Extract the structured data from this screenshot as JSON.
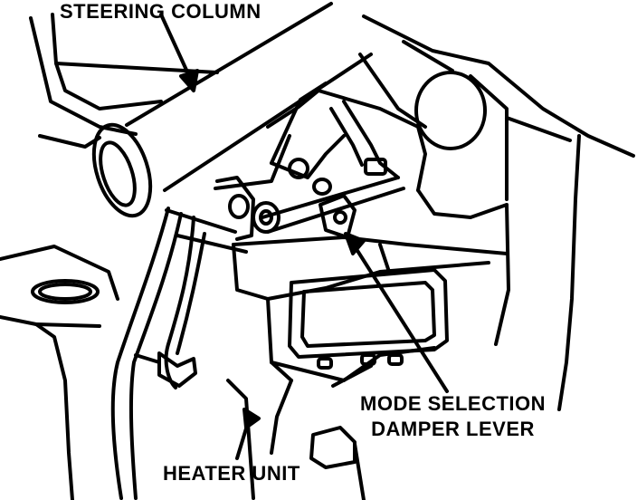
{
  "labels": {
    "steering_column": "STEERING COLUMN",
    "mode_selection_line1": "MODE SELECTION",
    "mode_selection_line2": "DAMPER LEVER",
    "heater_unit": "HEATER UNIT"
  },
  "colors": {
    "ink": "#000000",
    "paper": "#ffffff"
  }
}
